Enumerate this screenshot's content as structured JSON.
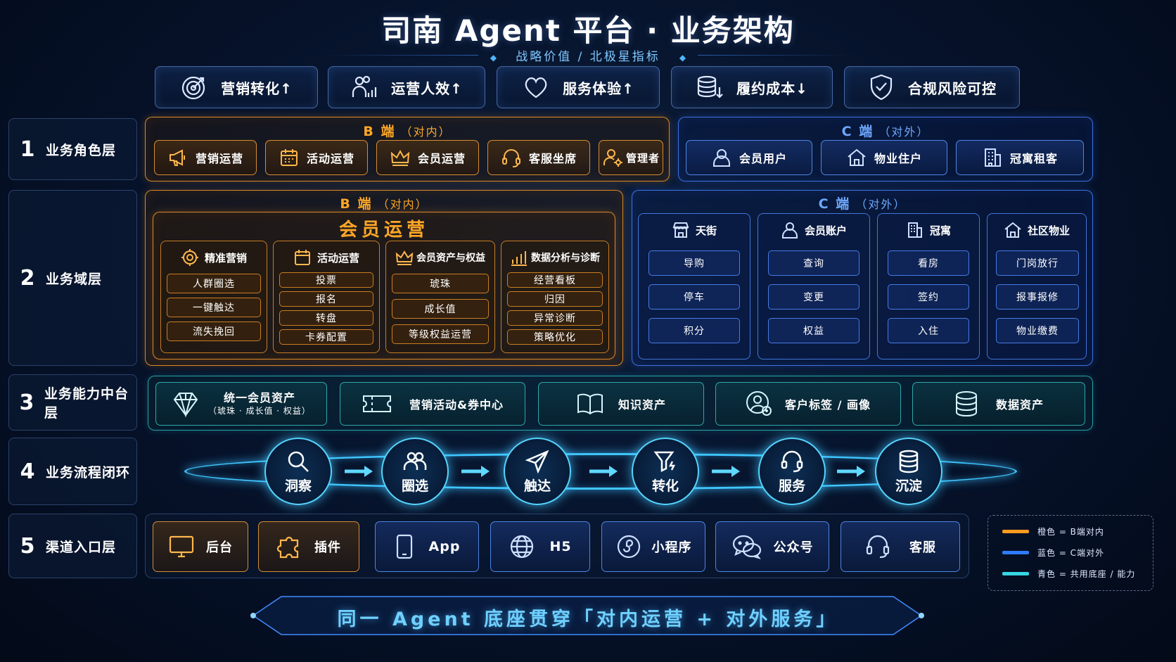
{
  "title": "司南 Agent 平台 · 业务架构",
  "subtitle": "战略价值 / 北极星指标",
  "metrics": [
    {
      "label": "营销转化↑",
      "icon": "target-icon"
    },
    {
      "label": "运营人效↑",
      "icon": "people-chart-icon"
    },
    {
      "label": "服务体验↑",
      "icon": "heart-icon"
    },
    {
      "label": "履约成本↓",
      "icon": "database-down-icon"
    },
    {
      "label": "合规风险可控",
      "icon": "shield-check-icon"
    }
  ],
  "layers": [
    {
      "num": "1",
      "name": "业务角色层"
    },
    {
      "num": "2",
      "name": "业务域层"
    },
    {
      "num": "3",
      "name": "业务能力中台层"
    },
    {
      "num": "4",
      "name": "业务流程闭环"
    },
    {
      "num": "5",
      "name": "渠道入口层"
    }
  ],
  "roles": {
    "b_head": {
      "side": "B 端",
      "note": "（对内）"
    },
    "c_head": {
      "side": "C 端",
      "note": "（对外）"
    },
    "b_items": [
      "营销运营",
      "活动运营",
      "会员运营",
      "客服坐席",
      "管理者"
    ],
    "c_items": [
      "会员用户",
      "物业住户",
      "冠寓租客"
    ]
  },
  "domain": {
    "b_head": {
      "side": "B 端",
      "note": "（对内）"
    },
    "b_title": "会员运营",
    "b_cols": [
      {
        "title": "精准营销",
        "items": [
          "人群圈选",
          "一键触达",
          "流失挽回"
        ]
      },
      {
        "title": "活动运营",
        "items": [
          "投票",
          "报名",
          "转盘",
          "卡券配置"
        ]
      },
      {
        "title": "会员资产与权益",
        "items": [
          "琥珠",
          "成长值",
          "等级权益运营"
        ]
      },
      {
        "title": "数据分析与诊断",
        "items": [
          "经营看板",
          "归因",
          "异常诊断",
          "策略优化"
        ]
      }
    ],
    "c_head": {
      "side": "C 端",
      "note": "（对外）"
    },
    "c_cols": [
      {
        "title": "天街",
        "items": [
          "导购",
          "停车",
          "积分"
        ]
      },
      {
        "title": "会员账户",
        "items": [
          "查询",
          "变更",
          "权益"
        ]
      },
      {
        "title": "冠寓",
        "items": [
          "看房",
          "签约",
          "入住"
        ]
      },
      {
        "title": "社区物业",
        "items": [
          "门岗放行",
          "报事报修",
          "物业缴费"
        ]
      }
    ]
  },
  "capabilities": [
    {
      "label": "统一会员资产",
      "sub": "（琥珠 · 成长值 · 权益）"
    },
    {
      "label": "营销活动&券中心",
      "sub": ""
    },
    {
      "label": "知识资产",
      "sub": ""
    },
    {
      "label": "客户标签 / 画像",
      "sub": ""
    },
    {
      "label": "数据资产",
      "sub": ""
    }
  ],
  "flow": [
    "洞察",
    "圈选",
    "触达",
    "转化",
    "服务",
    "沉淀"
  ],
  "channels": [
    {
      "label": "后台",
      "group": "b"
    },
    {
      "label": "插件",
      "group": "b"
    },
    {
      "label": "App",
      "group": "c"
    },
    {
      "label": "H5",
      "group": "c"
    },
    {
      "label": "小程序",
      "group": "c"
    },
    {
      "label": "公众号",
      "group": "c"
    },
    {
      "label": "客服",
      "group": "c"
    }
  ],
  "legend": [
    {
      "label": "橙色 = B端对内",
      "color": "#ff9a1f"
    },
    {
      "label": "蓝色 = C端对外",
      "color": "#2f7bff"
    },
    {
      "label": "青色 = 共用底座 / 能力",
      "color": "#35d6e0"
    }
  ],
  "footer": "同一 Agent 底座贯穿「对内运营 + 对外服务」",
  "colors": {
    "orange": "#ffa726",
    "blue": "#4f8fff",
    "cyan": "#3fd0e0",
    "flow": "#3fc6ff"
  }
}
